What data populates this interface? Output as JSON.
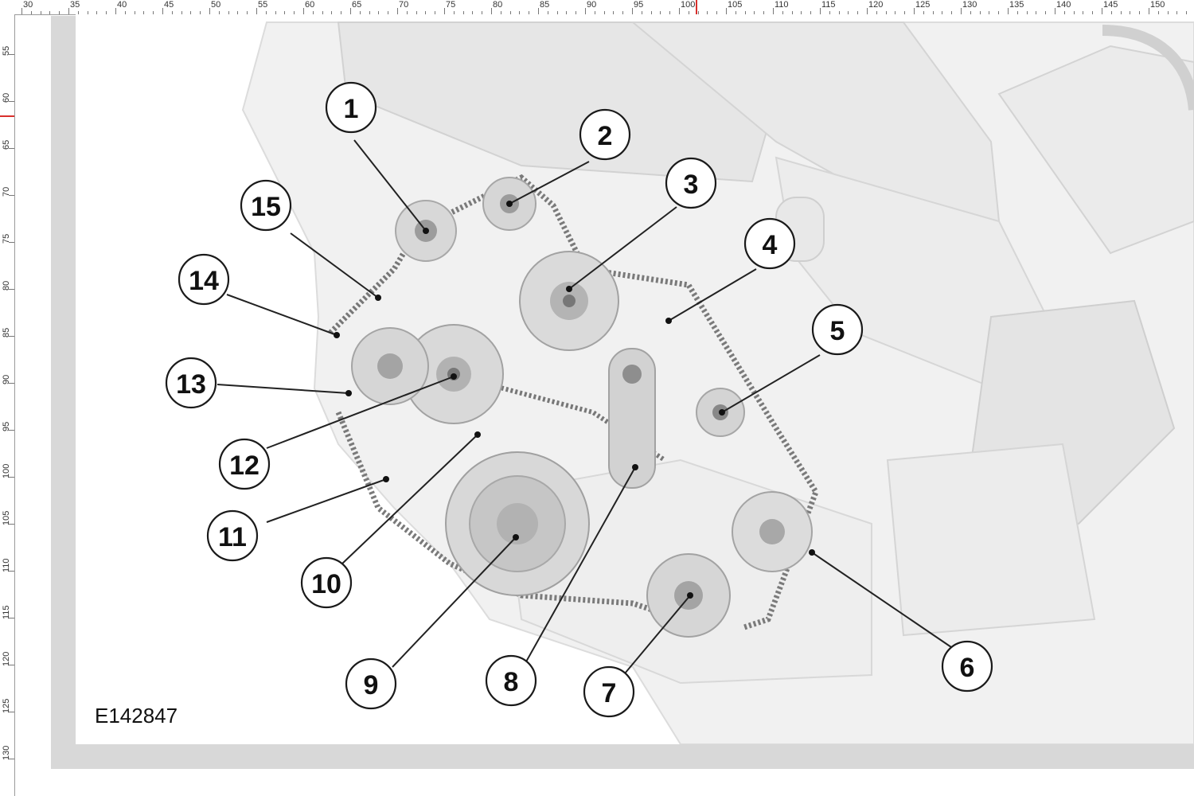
{
  "ruler": {
    "horizontal_labels": [
      "30",
      "35",
      "40",
      "45",
      "50",
      "55",
      "60",
      "65",
      "70",
      "75",
      "80",
      "85",
      "90",
      "95",
      "100",
      "105",
      "110",
      "115",
      "120",
      "125",
      "130",
      "135",
      "140",
      "145",
      "150"
    ],
    "vertical_labels": [
      "55",
      "60",
      "65",
      "70",
      "75",
      "80",
      "85",
      "90",
      "95",
      "100",
      "105",
      "110",
      "115",
      "120",
      "125",
      "130"
    ],
    "marker_color": "#d9302c"
  },
  "figure": {
    "id": "E142847",
    "callouts": [
      "1",
      "2",
      "3",
      "4",
      "5",
      "6",
      "7",
      "8",
      "9",
      "10",
      "11",
      "12",
      "13",
      "14",
      "15"
    ]
  }
}
